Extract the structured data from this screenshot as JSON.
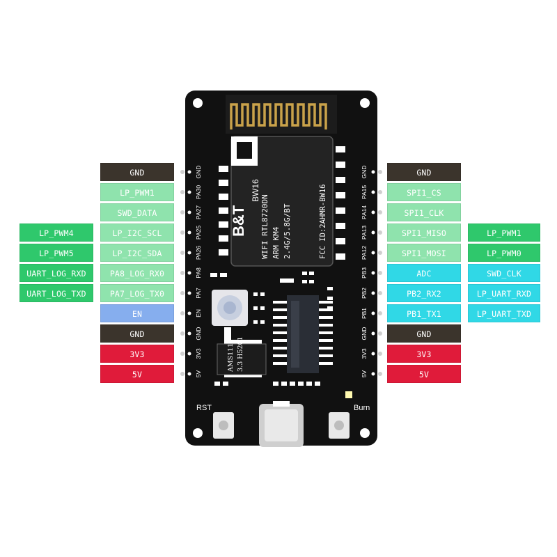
{
  "left_tags": [
    {
      "label": "GND",
      "color": "dark"
    },
    {
      "label": "LP_PWM1",
      "color": "mint"
    },
    {
      "label": "SWD_DATA",
      "color": "mint"
    },
    {
      "label": "LP_I2C_SCL",
      "color": "mint"
    },
    {
      "label": "LP_I2C_SDA",
      "color": "mint"
    },
    {
      "label": "PA8_LOG_RX0",
      "color": "mint"
    },
    {
      "label": "PA7_LOG_TX0",
      "color": "mint"
    },
    {
      "label": "EN",
      "color": "blue"
    },
    {
      "label": "GND",
      "color": "dark"
    },
    {
      "label": "3V3",
      "color": "red"
    },
    {
      "label": "5V",
      "color": "red"
    }
  ],
  "left_outer_tags": [
    {
      "row": 3,
      "label": "LP_PWM4",
      "color": "green"
    },
    {
      "row": 4,
      "label": "LP_PWM5",
      "color": "green"
    },
    {
      "row": 5,
      "label": "UART_LOG_RXD",
      "color": "green"
    },
    {
      "row": 6,
      "label": "UART_LOG_TXD",
      "color": "green"
    }
  ],
  "right_tags": [
    {
      "label": "GND",
      "color": "dark"
    },
    {
      "label": "SPI1_CS",
      "color": "mint"
    },
    {
      "label": "SPI1_CLK",
      "color": "mint"
    },
    {
      "label": "SPI1_MISO",
      "color": "mint"
    },
    {
      "label": "SPI1_MOSI",
      "color": "mint"
    },
    {
      "label": "ADC",
      "color": "cyan"
    },
    {
      "label": "PB2_RX2",
      "color": "cyan"
    },
    {
      "label": "PB1_TX1",
      "color": "cyan"
    },
    {
      "label": "GND",
      "color": "dark"
    },
    {
      "label": "3V3",
      "color": "red"
    },
    {
      "label": "5V",
      "color": "red"
    }
  ],
  "right_outer_tags": [
    {
      "row": 3,
      "label": "LP_PWM1",
      "color": "green"
    },
    {
      "row": 4,
      "label": "LP_PWM0",
      "color": "green"
    },
    {
      "row": 5,
      "label": "SWD_CLK",
      "color": "cyan"
    },
    {
      "row": 6,
      "label": "LP_UART_RXD",
      "color": "cyan"
    },
    {
      "row": 7,
      "label": "LP_UART_TXD",
      "color": "cyan"
    }
  ],
  "left_pins": [
    "GND",
    "PA30",
    "PA27",
    "PA25",
    "PA26",
    "PA8",
    "PA7",
    "EN",
    "GND",
    "3V3",
    "5V"
  ],
  "right_pins": [
    "GND",
    "PA15",
    "PA14",
    "PA13",
    "PA12",
    "PB3",
    "PB2",
    "PB1",
    "GND",
    "3V3",
    "5V"
  ],
  "module": {
    "brand": "B&T",
    "model": "BW16",
    "line1": "WIFI RTL8720DN",
    "line2": "ARM KM4",
    "line3": "2.4G/5.8G/BT",
    "fcc": "FCC ID:2AHMR-BW16"
  },
  "regulator": {
    "line1": "AMS1117",
    "line2": "3.3 H5201"
  },
  "buttons": {
    "rst": "RST",
    "burn": "Burn"
  },
  "colors": {
    "dark": "#3b342c",
    "mint": "#8fe3ad",
    "green": "#2fc86c",
    "cyan": "#30d8e6",
    "blue": "#86aeee",
    "red": "#e01b3a",
    "board": "#111111"
  }
}
